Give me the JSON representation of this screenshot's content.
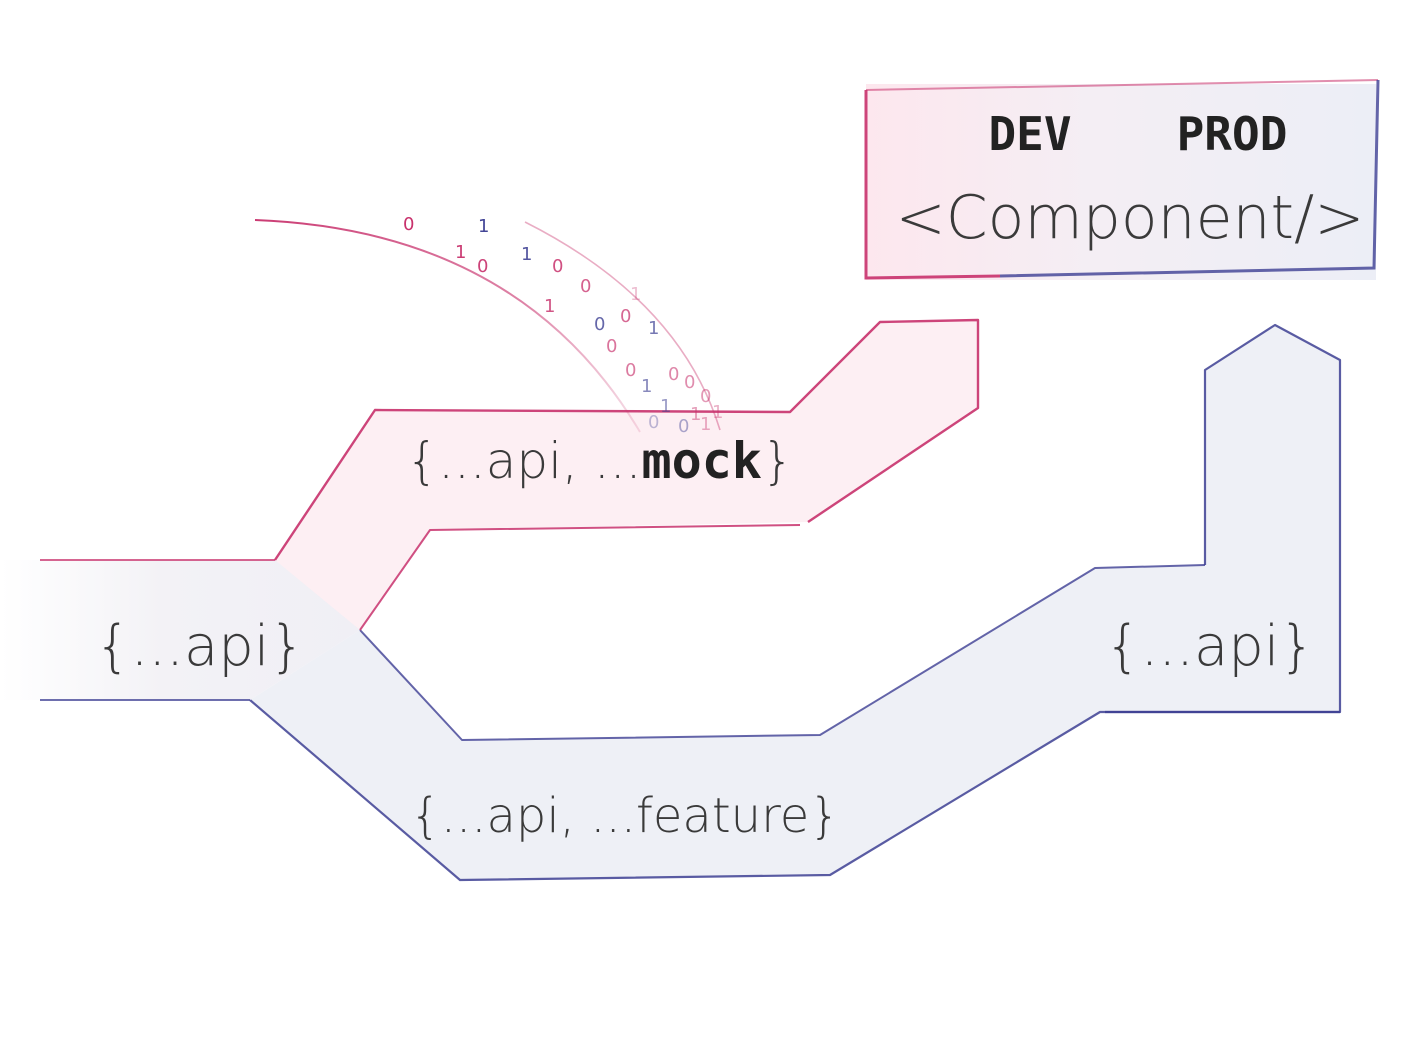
{
  "env_box": {
    "dev_label": "DEV",
    "prod_label": "PROD",
    "component_label": "<Component/>"
  },
  "left_stream": {
    "label": "{...api}"
  },
  "mock_branch": {
    "label_prefix": "{...api, ...",
    "label_emph": "mock",
    "label_suffix": "}"
  },
  "feature_branch": {
    "label": "{...api, ...feature}"
  },
  "right_stream": {
    "label": "{...api}"
  },
  "binary_digits": {
    "digits": [
      "0",
      "1",
      "1",
      "0",
      "1",
      "0",
      "1",
      "0",
      "0",
      "0",
      "1",
      "0",
      "0",
      "1",
      "0",
      "0",
      "1",
      "0",
      "1",
      "0",
      "1",
      "1",
      "0",
      "1"
    ]
  },
  "colors": {
    "mock_accent": "#c8316c",
    "feature_accent": "#3d3f93",
    "mock_fill": "#fdeef2",
    "feature_fill": "#eef0f6",
    "text": "#333333"
  }
}
